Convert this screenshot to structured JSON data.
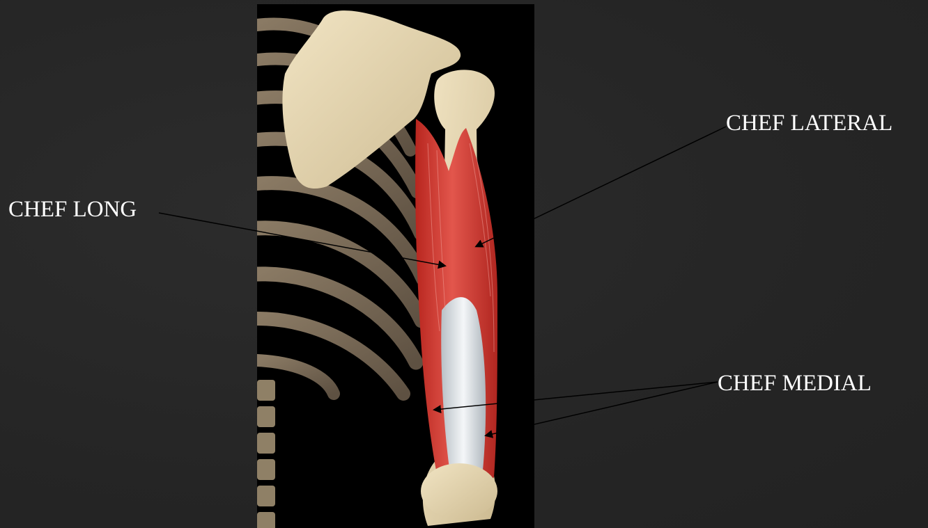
{
  "labels": {
    "chef_long": "CHEF LONG",
    "chef_lateral": "CHEF LATERAL",
    "chef_medial": "CHEF MEDIAL"
  },
  "colors": {
    "background": "#262626",
    "label_text": "#ffffff",
    "bone": "#e6d7b4",
    "muscle": "#d8443c",
    "tendon": "#e8ecef",
    "leader_line": "#000000"
  }
}
